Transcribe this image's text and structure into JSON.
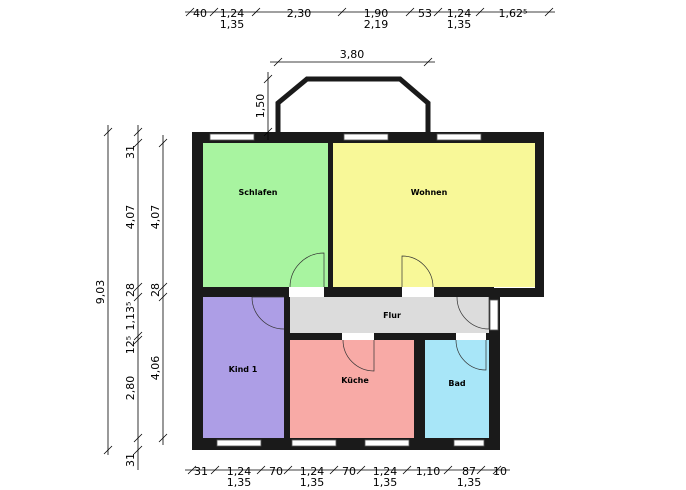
{
  "rooms": {
    "schlafen": {
      "label": "Schlafen",
      "color": "#a8f4a0"
    },
    "wohnen": {
      "label": "Wohnen",
      "color": "#f8f898"
    },
    "flur": {
      "label": "Flur",
      "color": "#dcdcdc"
    },
    "kind1": {
      "label": "Kind 1",
      "color": "#ad9ee6"
    },
    "kueche": {
      "label": "Küche",
      "color": "#f8aaa6"
    },
    "bad": {
      "label": "Bad",
      "color": "#a8e6f8"
    }
  },
  "dimensions": {
    "top_row1": [
      "40",
      "1,24",
      "2,30",
      "1,90",
      "53",
      "1,24",
      "1,62⁵"
    ],
    "top_row2": [
      "1,35",
      "2,19",
      "1,35"
    ],
    "bay_width": "3,80",
    "bay_depth": "1,50",
    "left_total": "9,03",
    "left_segments": [
      "31",
      "4,07",
      "28",
      "1,13⁵",
      "12⁵",
      "2,80",
      "31"
    ],
    "left_inner": [
      "4,07",
      "28",
      "4,06"
    ],
    "bottom_row1": [
      "31",
      "1,24",
      "70",
      "1,24",
      "70",
      "1,24",
      "1,10",
      "87",
      "10"
    ],
    "bottom_row2": [
      "1,35",
      "1,35",
      "1,35",
      "1,35"
    ]
  }
}
